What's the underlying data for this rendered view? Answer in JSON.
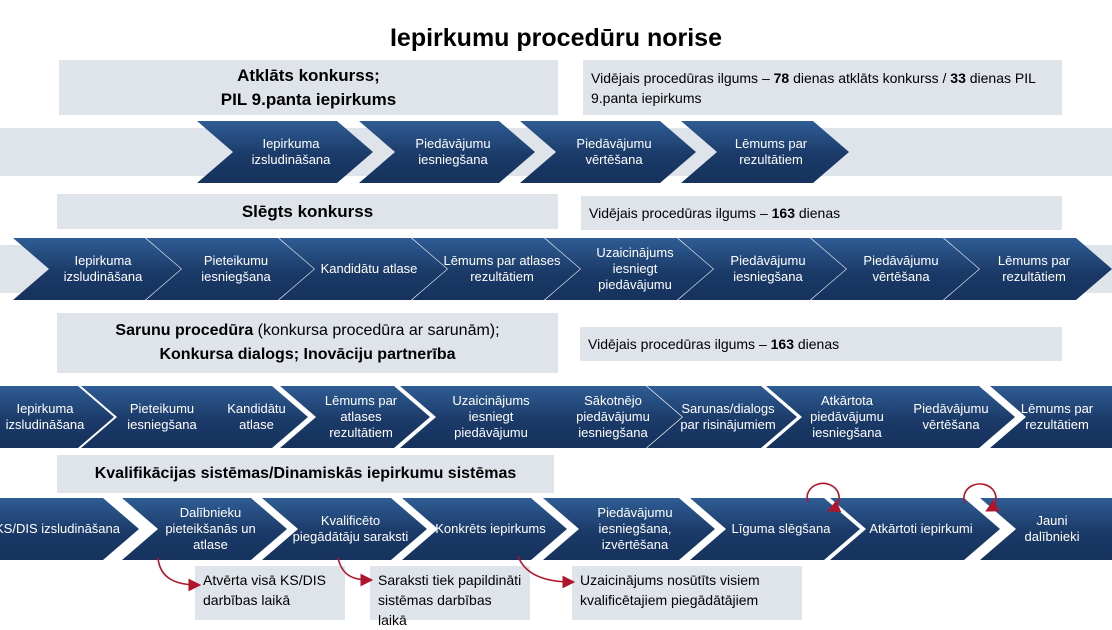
{
  "title": "Iepirkumu procedūru norise",
  "sections": [
    {
      "heading_line1": "Atklāts konkurss;",
      "heading_line2": "PIL 9.panta iepirkums",
      "info": {
        "p1": "Vidējais procedūras ilgums – ",
        "b1": "78",
        "p2": " dienas atklāts konkurss / ",
        "b2": "33",
        "p3": " dienas PIL 9.panta iepirkums"
      },
      "steps": [
        "Iepirkuma izsludināšana",
        "Piedāvājumu iesniegšana",
        "Piedāvājumu vērtēšana",
        "Lēmums par rezultātiem"
      ]
    },
    {
      "heading_line1": "Slēgts konkurss",
      "info": {
        "p1": "Vidējais procedūras ilgums – ",
        "b1": "163",
        "p2": " dienas"
      },
      "steps": [
        "Iepirkuma izsludināšana",
        "Pieteikumu iesniegšana",
        "Kandidātu atlase",
        "Lēmums par atlases rezultātiem",
        "Uzaicinājums iesniegt piedāvājumu",
        "Piedāvājumu iesniegšana",
        "Piedāvājumu vērtēšana",
        "Lēmums par rezultātiem"
      ]
    },
    {
      "heading_bold1": "Sarunu procedūra",
      "heading_rest1": " (konkursa procedūra ar sarunām);",
      "heading_line2": "Konkursa dialogs; Inovāciju partnerība",
      "info": {
        "p1": "Vidējais procedūras ilgums – ",
        "b1": "163",
        "p2": " dienas"
      },
      "steps": [
        "Iepirkuma izsludināšana",
        "Pieteikumu iesniegšana",
        "Kandidātu atlase",
        "Lēmums par atlases rezultātiem",
        "Uzaicinājums iesniegt piedāvājumu",
        "Sākotnējo piedāvājumu iesniegšana",
        "Sarunas/dialogs par risinājumiem",
        "Atkārtota piedāvājumu iesniegšana",
        "Piedāvājumu vērtēšana",
        "Lēmums par rezultātiem"
      ]
    },
    {
      "heading_line1": "Kvalifikācijas sistēmas/Dinamiskās iepirkumu sistēmas",
      "steps": [
        "KS/DIS izsludināšana",
        "Dalībnieku pieteikšanās un atlase",
        "Kvalificēto piegādātāju saraksti",
        "Konkrēts iepirkums",
        "Piedāvājumu iesniegšana, izvērtēšana",
        "Līguma slēgšana",
        "Atkārtoti iepirkumi",
        "Jauni dalībnieki"
      ],
      "notes": [
        "Atvērta visā KS/DIS darbības laikā",
        "Saraksti tiek papildināti sistēmas darbības laikā",
        "Uzaicinājums nosūtīts visiem kvalificētajiem piegādātājiem"
      ]
    }
  ],
  "colors": {
    "chevron": "#1d3e6c",
    "band": "#dfe3ea",
    "loop_arrow": "#b0152b"
  }
}
